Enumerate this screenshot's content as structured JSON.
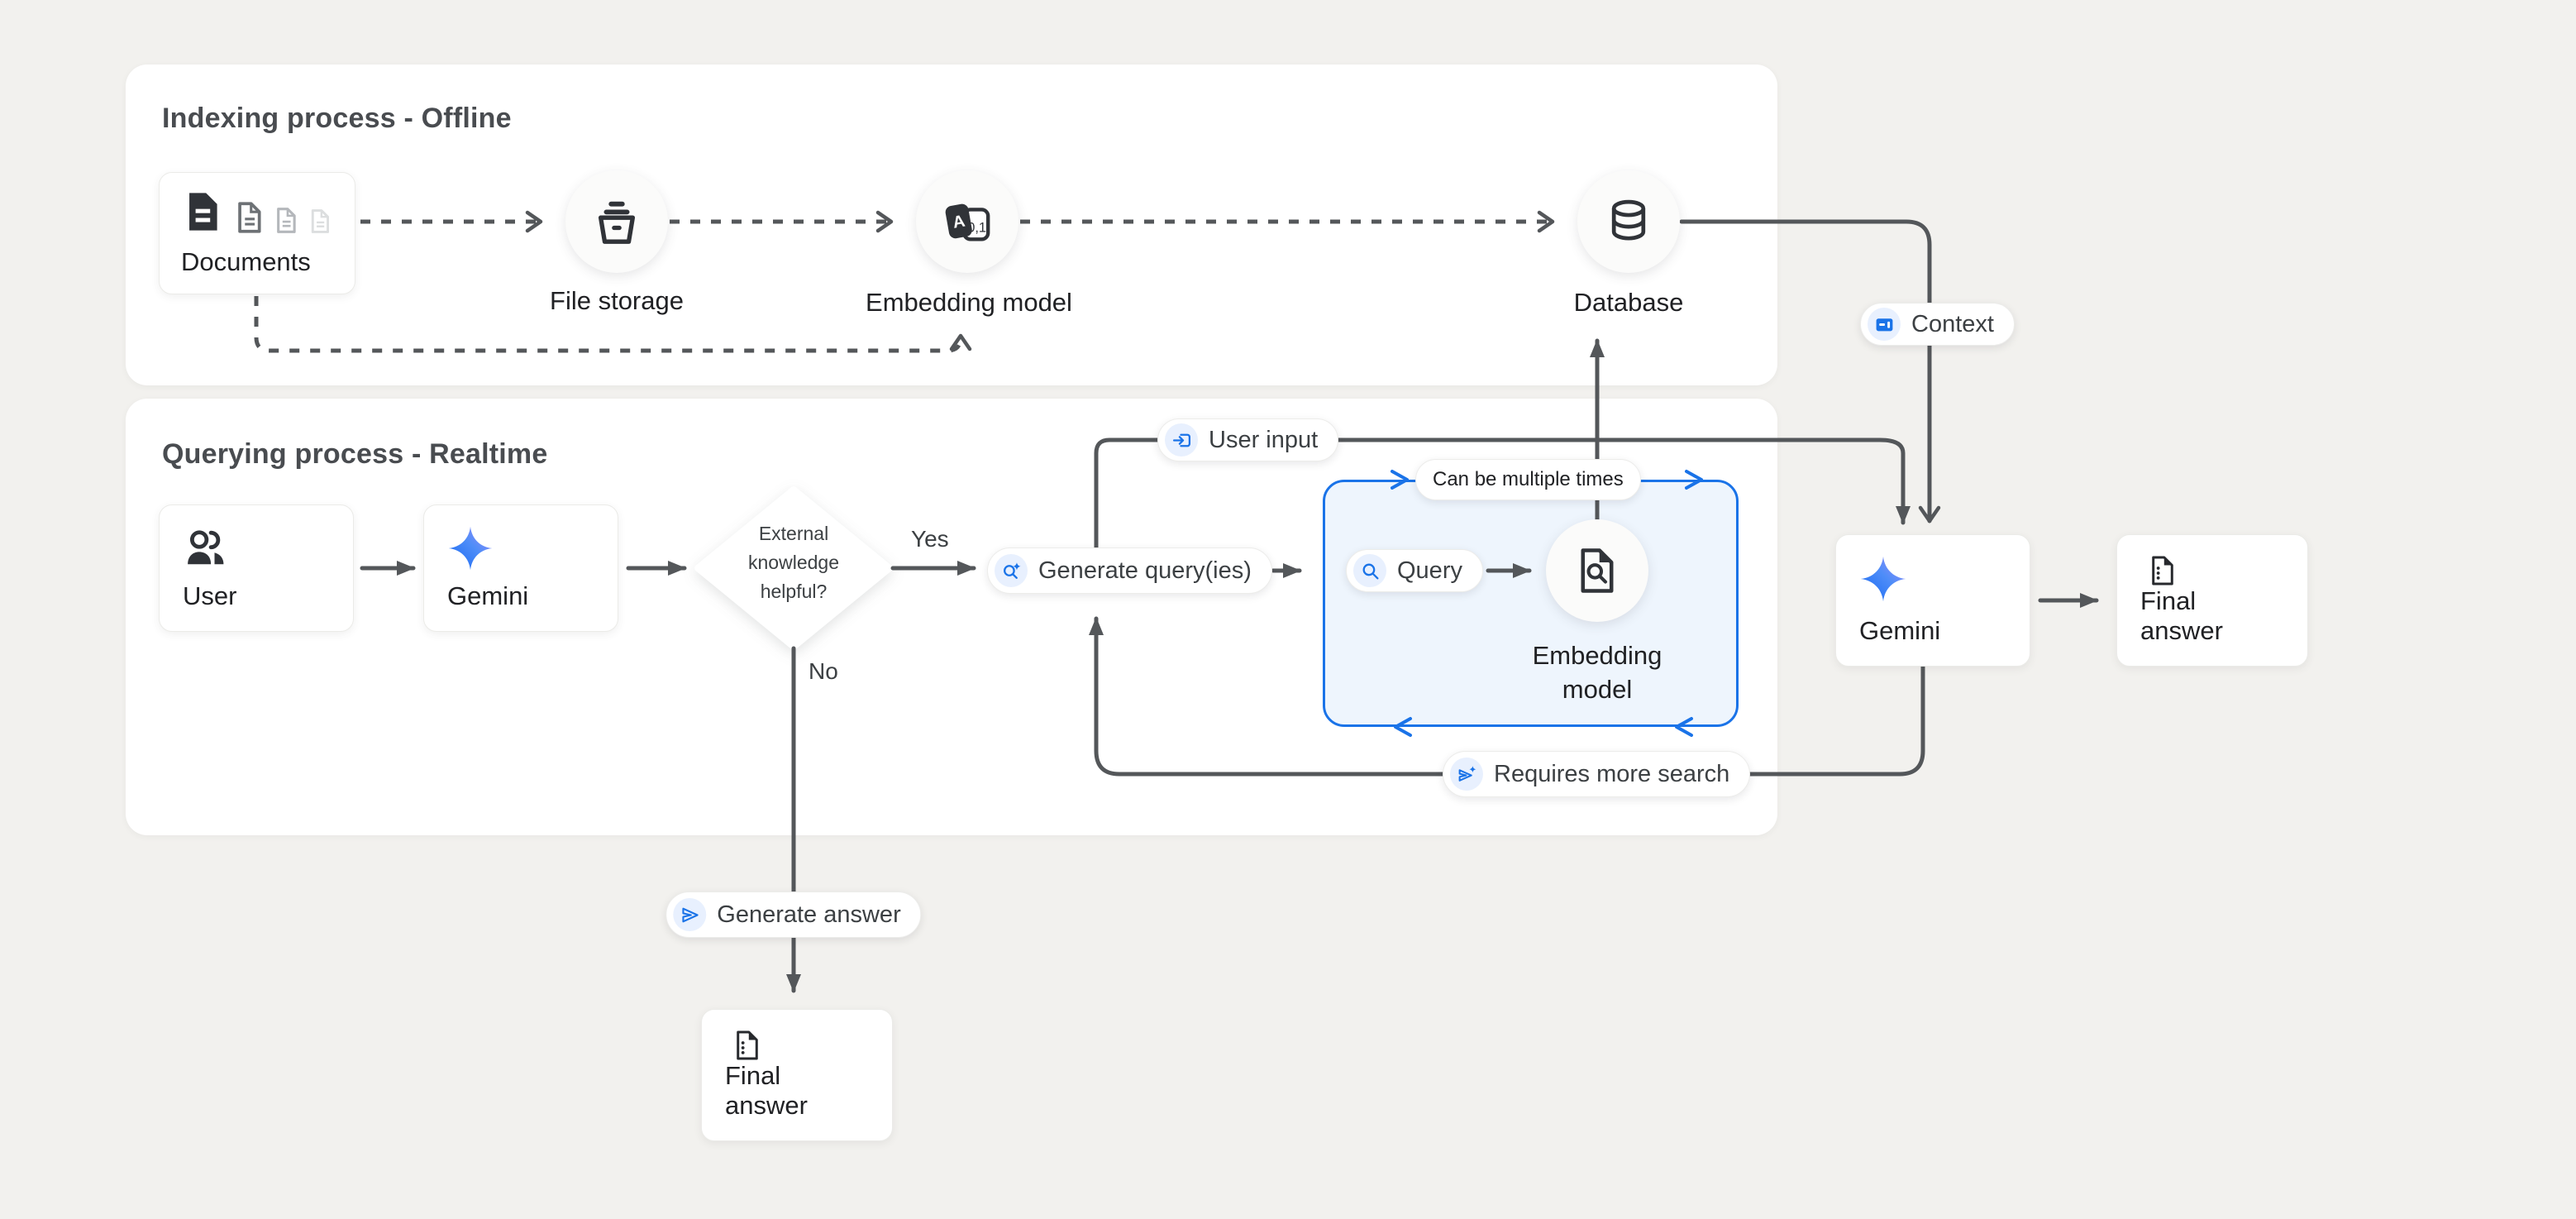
{
  "page": {
    "background": "#f2f1ee"
  },
  "colors": {
    "accent_blue": "#1a73e8",
    "line_gray": "#54575a",
    "chip_blue_bg": "#e8f0fe",
    "bluebox_fill": "#eef5fd"
  },
  "panels": {
    "indexing": {
      "title": "Indexing process - Offline"
    },
    "querying": {
      "title": "Querying process - Realtime"
    }
  },
  "nodes": {
    "documents": {
      "label": "Documents"
    },
    "file_storage": {
      "label": "File storage"
    },
    "embedding_model_offline": {
      "label": "Embedding model"
    },
    "database": {
      "label": "Database"
    },
    "user": {
      "label": "User"
    },
    "gemini_router": {
      "label": "Gemini"
    },
    "decision": {
      "label": "External knowledge helpful?"
    },
    "query_embedding_model": {
      "label": "Embedding model"
    },
    "gemini_answer": {
      "label": "Gemini"
    },
    "final_answer_right": {
      "label": "Final answer"
    },
    "final_answer_bottom": {
      "label": "Final answer"
    }
  },
  "badges": {
    "context": {
      "label": "Context"
    },
    "user_input": {
      "label": "User input"
    },
    "can_be_multiple_times": {
      "label": "Can be multiple times"
    },
    "generate_queries": {
      "label": "Generate query(ies)"
    },
    "query": {
      "label": "Query"
    },
    "requires_more_search": {
      "label": "Requires more search"
    },
    "generate_answer": {
      "label": "Generate answer"
    }
  },
  "edge_labels": {
    "yes": "Yes",
    "no": "No"
  },
  "embedding_icon_text": {
    "a": "A",
    "digits": "0,1"
  }
}
